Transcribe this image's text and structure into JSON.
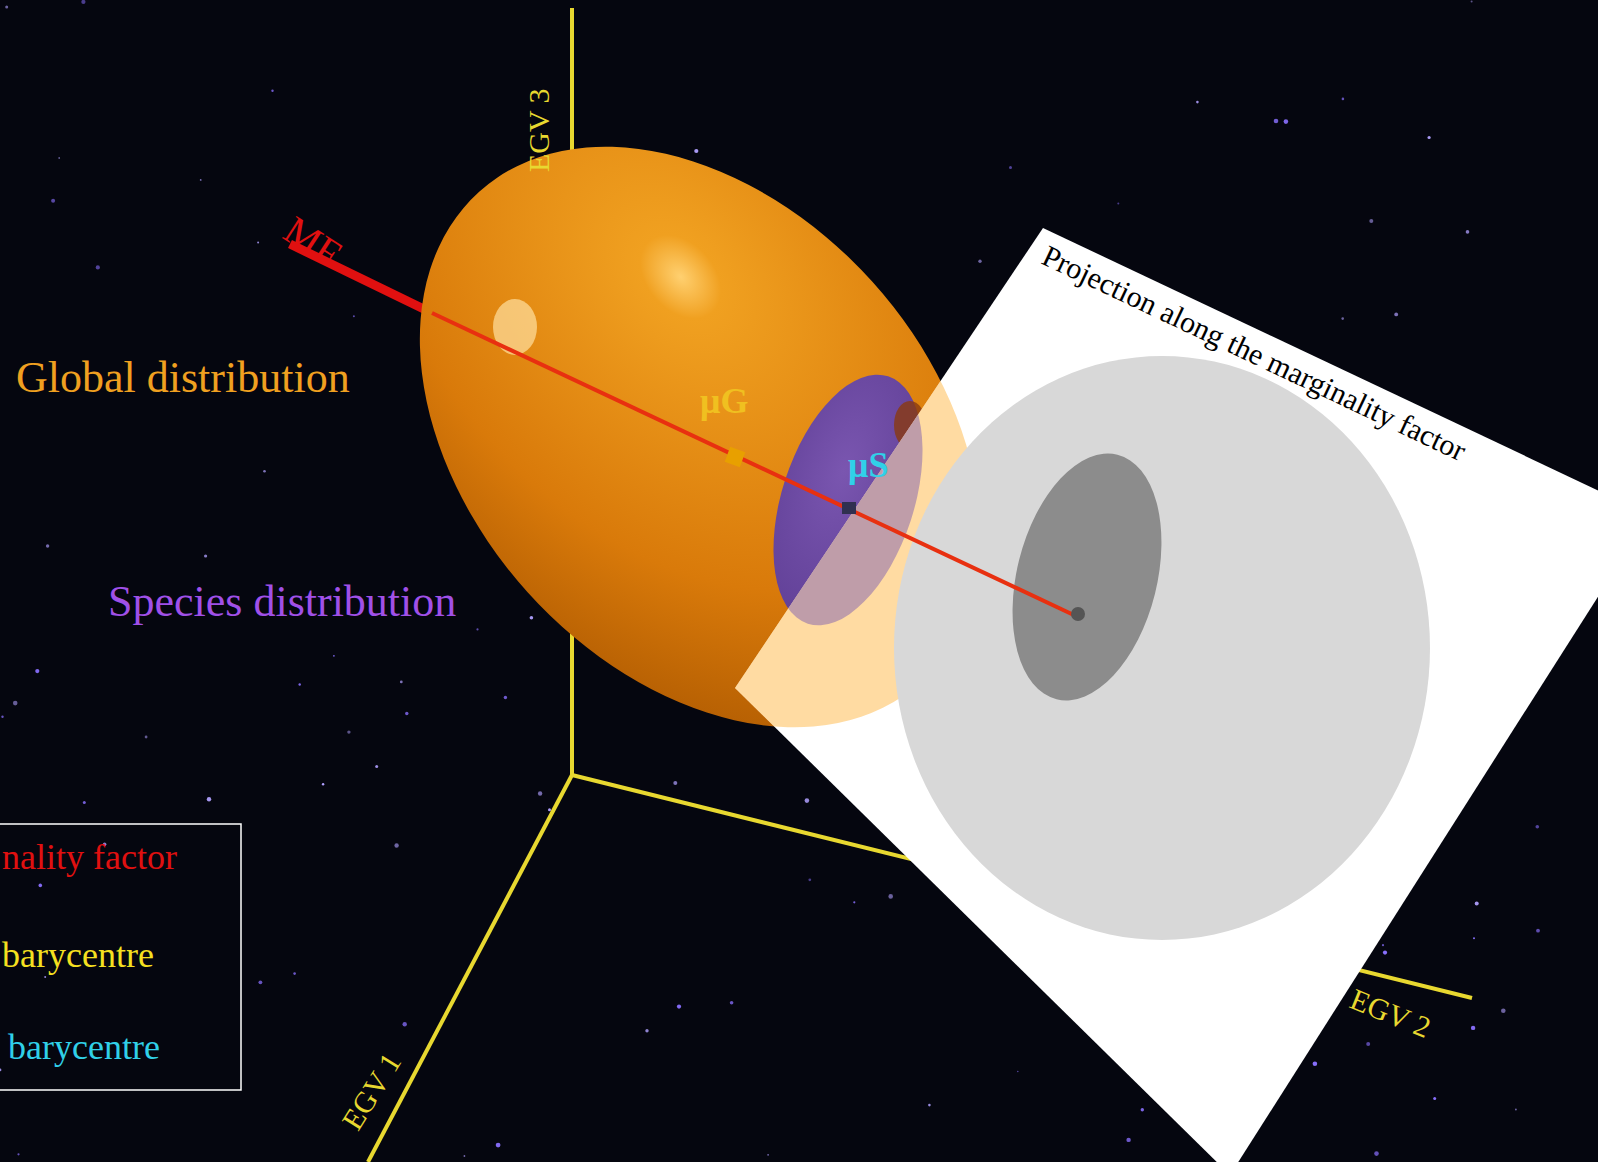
{
  "diagram": {
    "nodes": [
      {
        "text": [
          "Projection along the marginality factor"
        ]
      }
    ],
    "labels": [
      "EGV 3",
      "MF",
      "Global distribution",
      "μG",
      "μS",
      "Species distribution",
      "EGV 1",
      "EGV 2"
    ],
    "legend": [
      {
        "text": "nality factor"
      },
      {
        "text": "barycentre"
      },
      {
        "text": "barycentre"
      }
    ]
  }
}
